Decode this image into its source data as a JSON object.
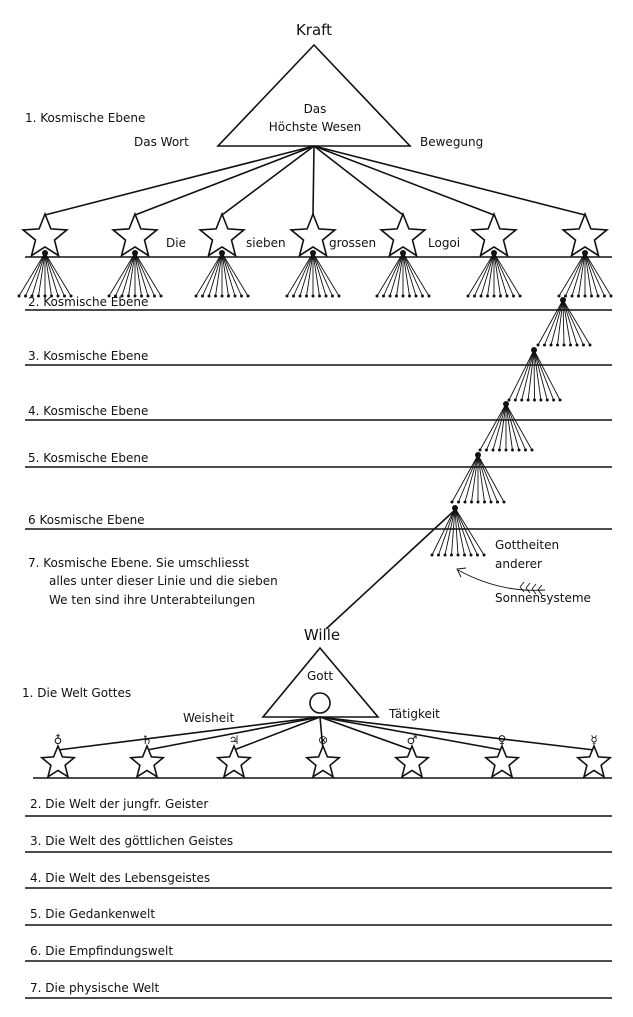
{
  "upper": {
    "top_label": "Kraft",
    "triangle_line1": "Das",
    "triangle_line2": "Höchste Wesen",
    "level1": "1. Kosmische Ebene",
    "left_label": "Das Wort",
    "right_label": "Bewegung",
    "logoi_words": [
      "Die",
      "sieben",
      "grossen",
      "Logoi"
    ],
    "planes": [
      "2. Kosmische Ebene",
      "3. Kosmische Ebene",
      "4. Kosmische Ebene",
      "5. Kosmische Ebene",
      "6 Kosmische Ebene"
    ],
    "plane7": [
      "7. Kosmische Ebene.   Sie umschliesst",
      "alles unter dieser Linie und die sieben",
      "We ten  sind  ihre  Unterabteilungen"
    ],
    "gottheiten": [
      "Gottheiten",
      "anderer",
      "Sonnensysteme"
    ]
  },
  "lower": {
    "top_label": "Wille",
    "triangle_label": "Gott",
    "world1": "1. Die Welt Gottes",
    "left_label": "Weisheit",
    "right_label": "Tätigkeit",
    "planet_symbols": [
      "♁",
      "♄",
      "♃",
      "⊗",
      "♂",
      "♀",
      "☿"
    ],
    "worlds": [
      "2. Die Welt der jungfr. Geister",
      "3. Die Welt des göttlichen Geistes",
      "4. Die Welt des Lebensgeistes",
      "5. Die Gedankenwelt",
      "6. Die Empfindungswelt",
      "7. Die physische Welt"
    ]
  }
}
